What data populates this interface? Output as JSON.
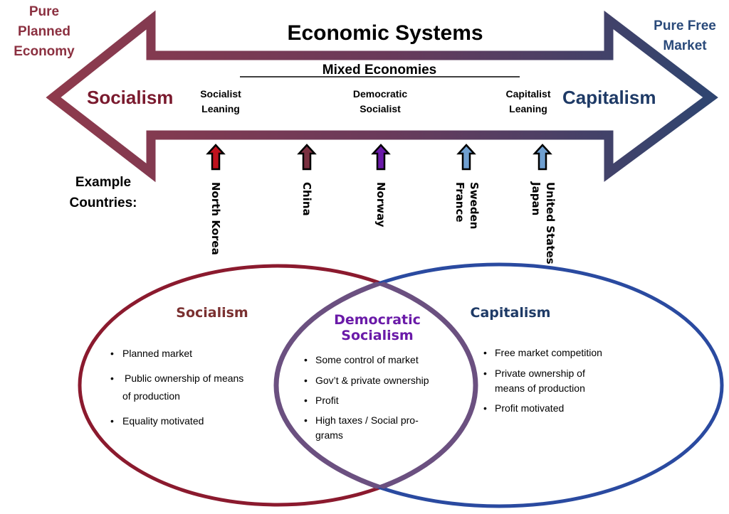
{
  "title": "Economic Systems",
  "left_end": {
    "line1": "Pure",
    "line2": "Planned",
    "line3": "Economy",
    "label": "Socialism"
  },
  "right_end": {
    "line1": "Pure Free",
    "line2": "Market",
    "label": "Capitalism"
  },
  "mixed": {
    "title": "Mixed Economies",
    "socialist_leaning": [
      "Socialist",
      "Leaning"
    ],
    "democratic_socialist": [
      "Democratic",
      "Socialist"
    ],
    "capitalist_leaning": [
      "Capitalist",
      "Leaning"
    ]
  },
  "examples_label": [
    "Example",
    "Countries:"
  ],
  "countries": [
    {
      "lines": [
        "North Korea"
      ],
      "color": "#c0121e"
    },
    {
      "lines": [
        "China"
      ],
      "color": "#7a3040"
    },
    {
      "lines": [
        "Norway"
      ],
      "color": "#6a1aa8"
    },
    {
      "lines": [
        "Sweden",
        "France"
      ],
      "color": "#6f9fd0"
    },
    {
      "lines": [
        "United States",
        "Japan"
      ],
      "color": "#6f9fd0"
    }
  ],
  "venn": {
    "socialism": {
      "title": "Socialism",
      "items": [
        "Planned market",
        "Public ownership of means",
        "of production",
        "Equality motivated"
      ]
    },
    "democratic": {
      "title": [
        "Democratic",
        "Socialism"
      ],
      "items": [
        "Some control of market",
        "Gov’t & private ownership",
        "Profit",
        "High taxes / Social pro-",
        "grams"
      ]
    },
    "capitalism": {
      "title": "Capitalism",
      "items": [
        "Free market competition",
        "Private ownership of",
        "means of production",
        "Profit motivated"
      ]
    }
  },
  "colors": {
    "socialism": "#8b1a2e",
    "capitalism": "#2a4aa0",
    "democratic": "#6a1aa8",
    "overlap": "#6b5080"
  }
}
